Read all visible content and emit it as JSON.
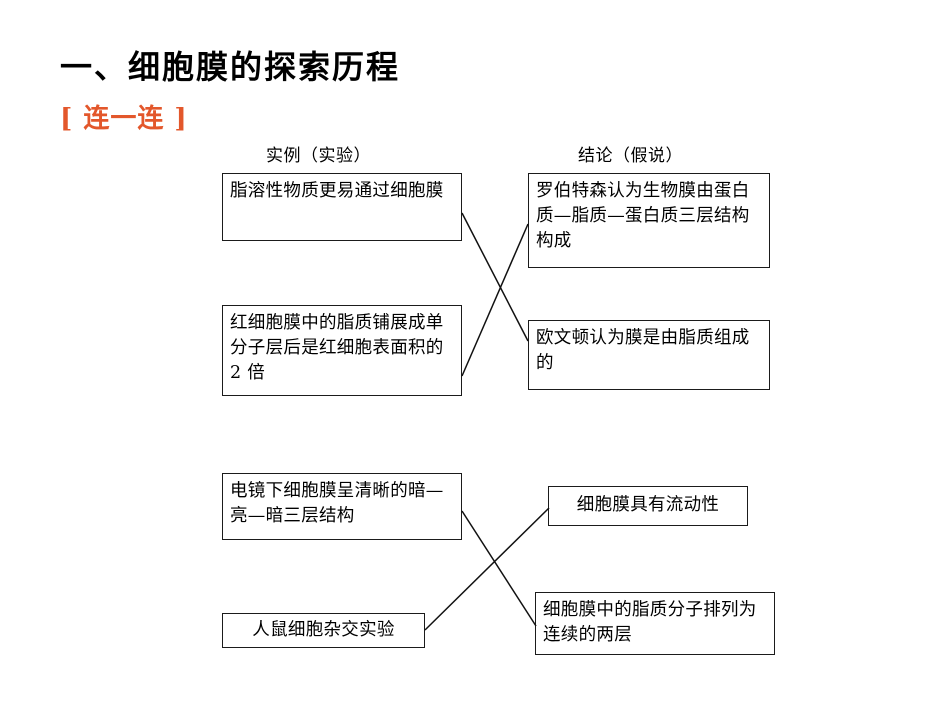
{
  "slide": {
    "title": "一、细胞膜的探索历程",
    "subtitle": "[ 连一连 ]",
    "title_color": "#000000",
    "subtitle_color": "#E3572B",
    "background_color": "#FFFFFF",
    "line_color": "#111111",
    "box_border_color": "#1B1B1B"
  },
  "columns": {
    "left_header": "实例（实验）",
    "right_header": "结论（假说）"
  },
  "left_items": [
    {
      "id": "L1",
      "text": "脂溶性物质更易通过细胞膜"
    },
    {
      "id": "L2",
      "text": "红细胞膜中的脂质铺展成单分子层后是红细胞表面积的 2 倍"
    },
    {
      "id": "L3",
      "text": "电镜下细胞膜呈清晰的暗—亮—暗三层结构"
    },
    {
      "id": "L4",
      "text": "人鼠细胞杂交实验"
    }
  ],
  "right_items": [
    {
      "id": "R1",
      "text": "罗伯特森认为生物膜由蛋白质—脂质—蛋白质三层结构构成"
    },
    {
      "id": "R2",
      "text": "欧文顿认为膜是由脂质组成的"
    },
    {
      "id": "R3",
      "text": "细胞膜具有流动性"
    },
    {
      "id": "R4",
      "text": "细胞膜中的脂质分子排列为连续的两层"
    }
  ],
  "connections": [
    {
      "from": "L1",
      "to": "R2"
    },
    {
      "from": "L2",
      "to": "R1"
    },
    {
      "from": "L3",
      "to": "R4"
    },
    {
      "from": "L4",
      "to": "R3"
    }
  ]
}
